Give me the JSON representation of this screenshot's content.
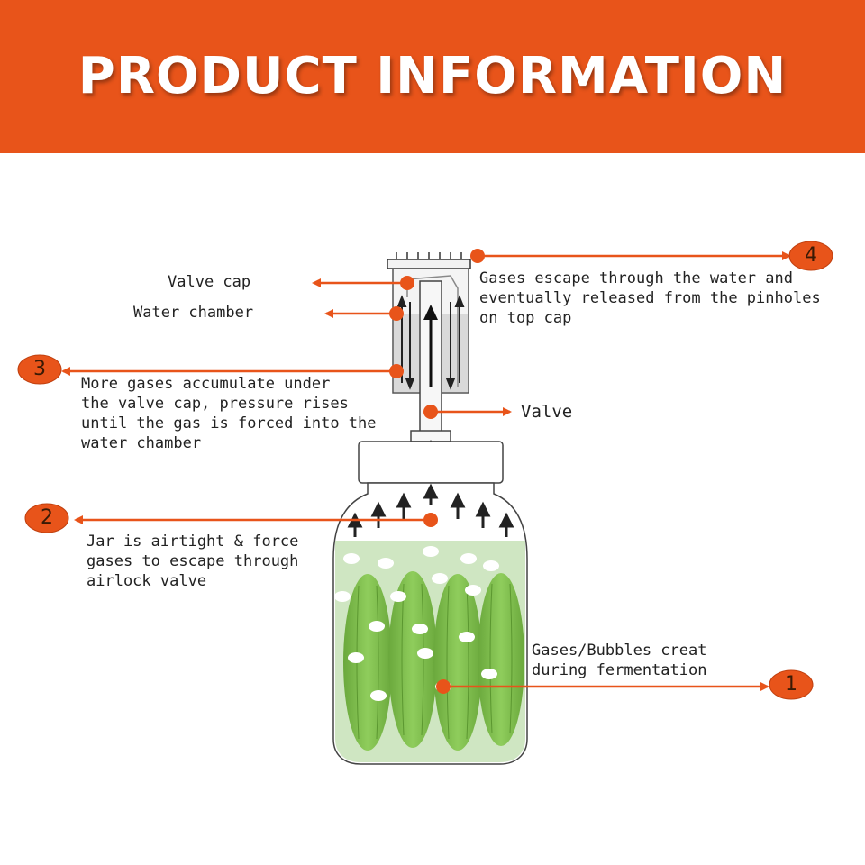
{
  "banner": {
    "title": "PRODUCT INFORMATION"
  },
  "colors": {
    "accent": "#e8541a",
    "pickle": "#7dbf4e",
    "brine": "#cfe6c2"
  },
  "labels": {
    "valve_cap": "Valve cap",
    "water_chamber": "Water chamber",
    "valve": "Valve",
    "step1": [
      "Gases/Bubbles creat",
      "during fermentation"
    ],
    "step2": [
      "Jar is airtight & force",
      "gases to escape through",
      "airlock valve"
    ],
    "step3": [
      "More gases accumulate under",
      "the valve cap, pressure rises",
      "until the gas is forced into the",
      "water chamber"
    ],
    "step4": [
      "Gases escape through the water and",
      "eventually released from the pinholes",
      "on top cap"
    ]
  },
  "badges": [
    "1",
    "2",
    "3",
    "4"
  ]
}
